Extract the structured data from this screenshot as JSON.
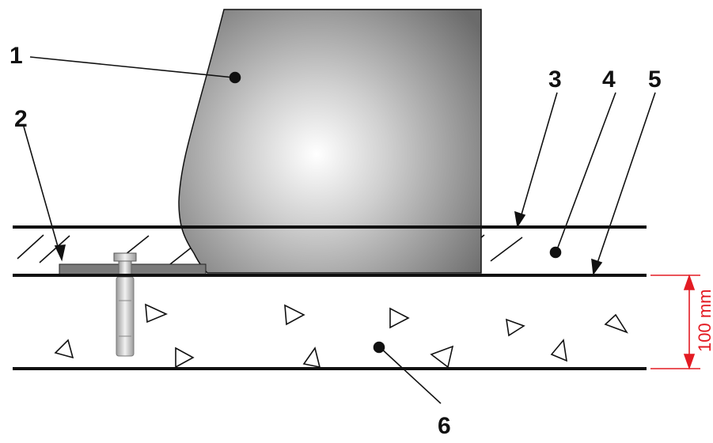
{
  "callouts": {
    "c1": "1",
    "c2": "2",
    "c3": "3",
    "c4": "4",
    "c5": "5",
    "c6": "6"
  },
  "dimension": {
    "label": "100 mm",
    "color": "#e31b23"
  },
  "colors": {
    "line": "#111111",
    "body_dark": "#6f6f6f",
    "body_light": "#ffffff",
    "bolt": "#c9c9c9"
  }
}
